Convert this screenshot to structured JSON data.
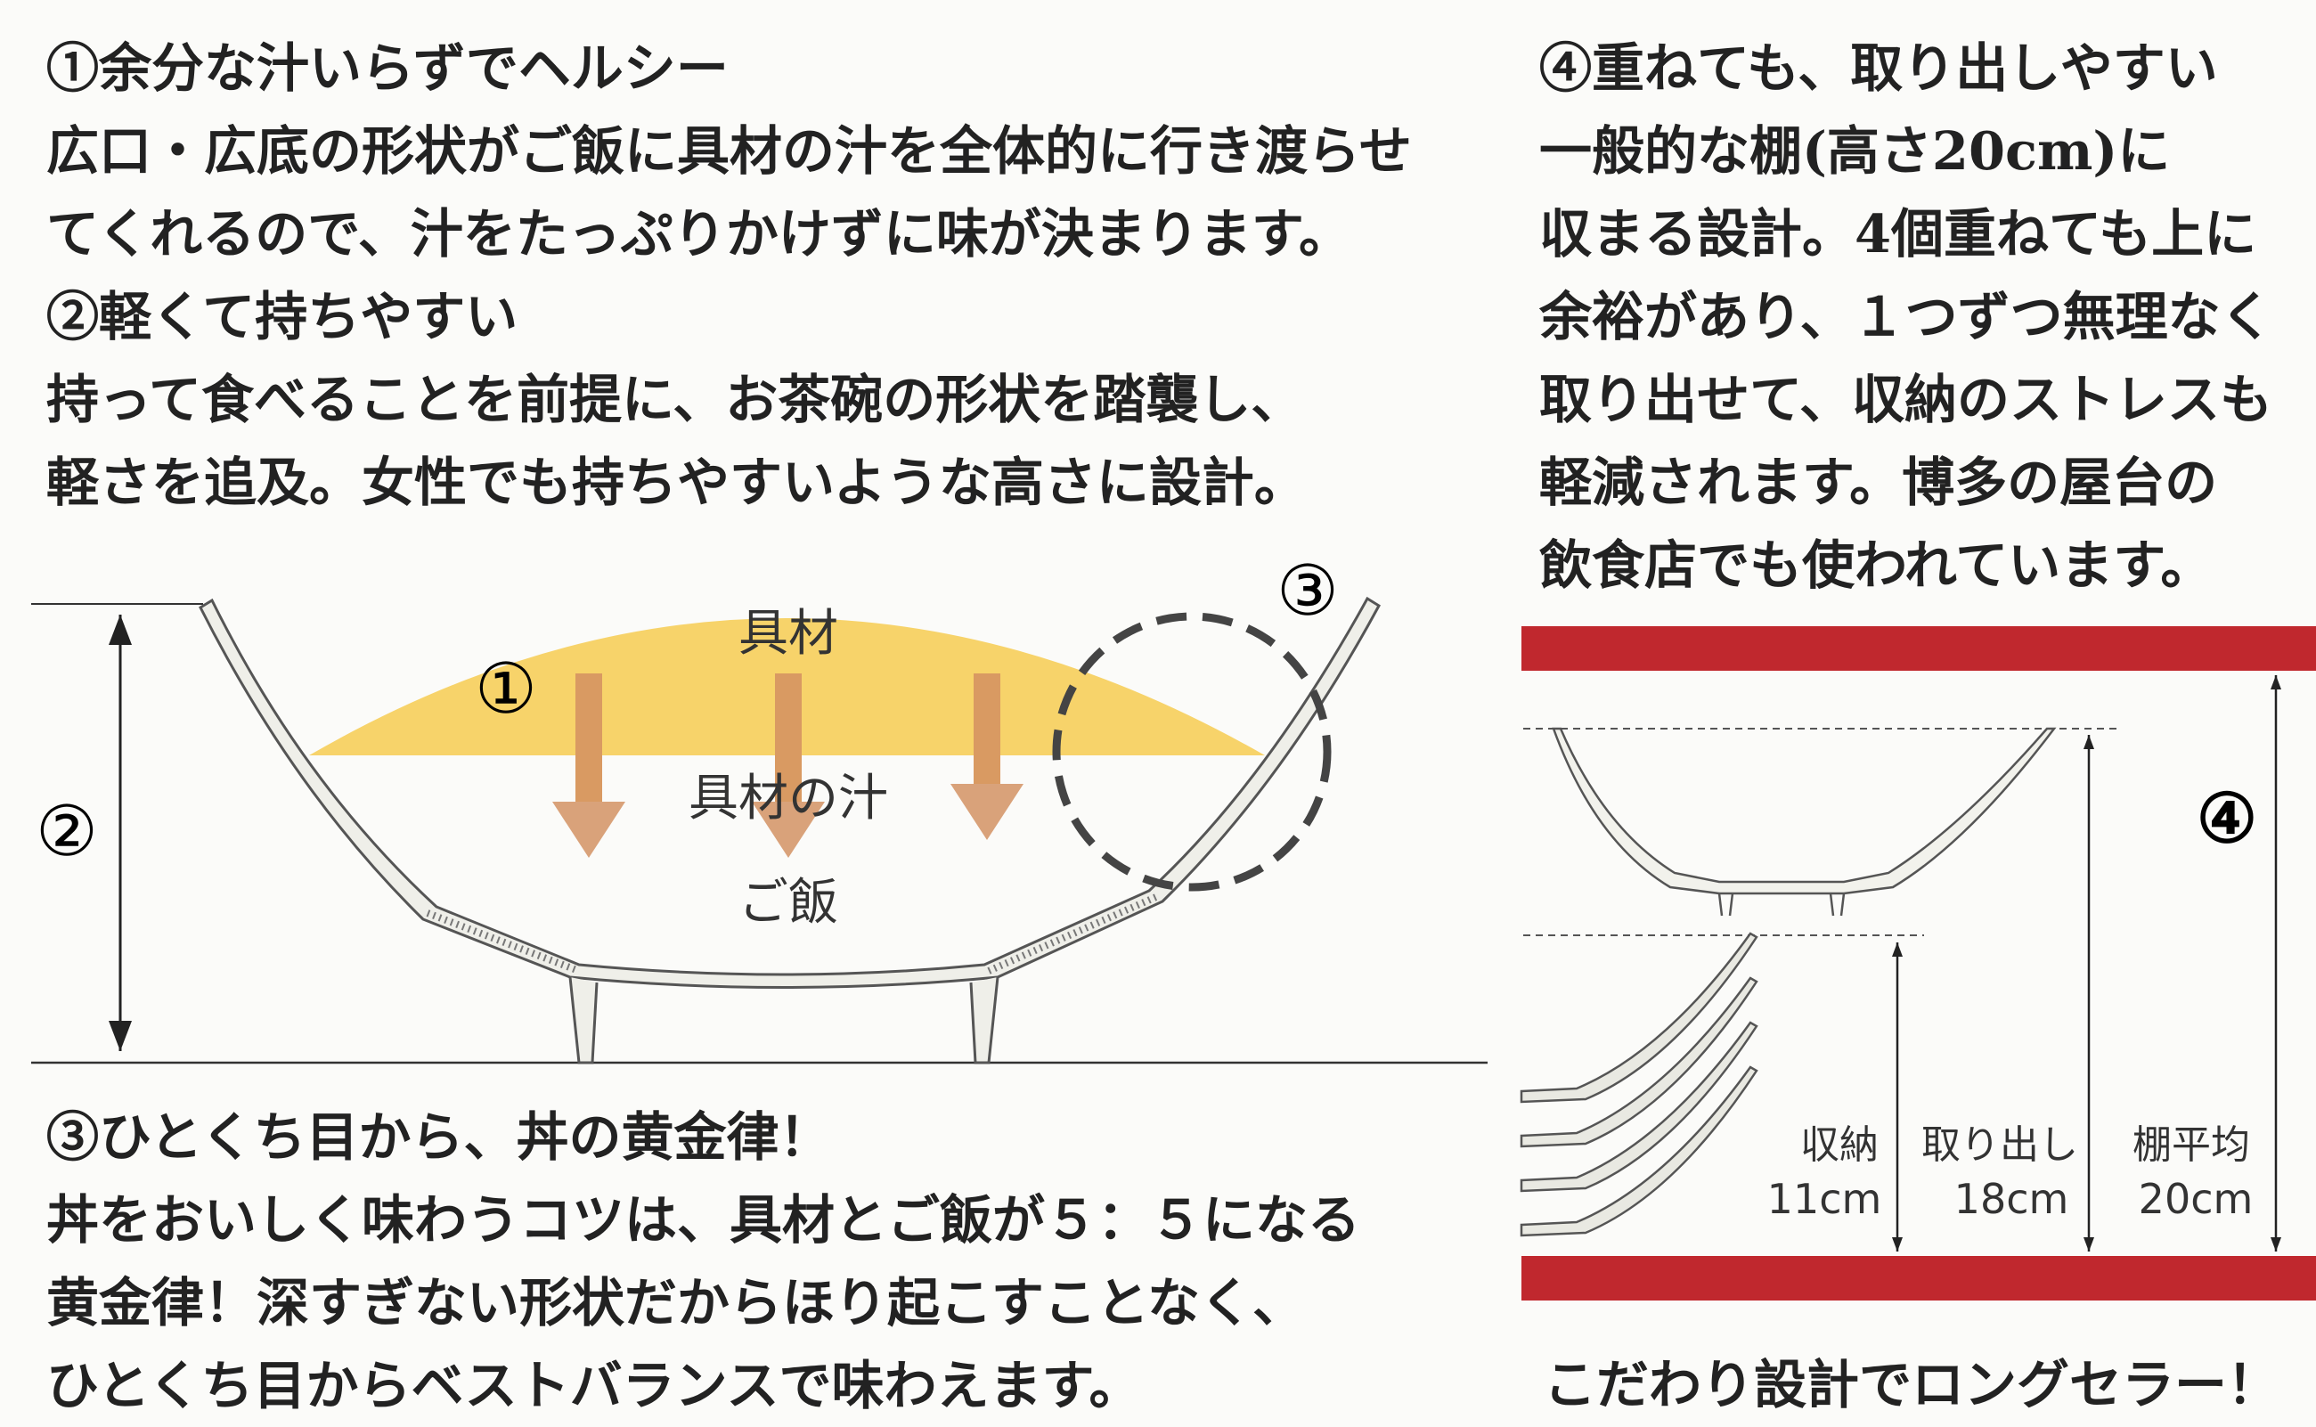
{
  "left_top": {
    "lines": [
      "①余分な汁いらずでヘルシー",
      "広口・広底の形状がご飯に具材の汁を全体的に行き渡らせ",
      "てくれるので、汁をたっぷりかけずに味が決まります。",
      "②軽くて持ちやすい",
      "持って食べることを前提に、お茶碗の形状を踏襲し、",
      "軽さを追及。女性でも持ちやすいような高さに設計。"
    ]
  },
  "right_top": {
    "lines": [
      "④重ねても、取り出しやすい",
      "一般的な棚(高さ20cm)に",
      "収まる設計。4個重ねても上に",
      "余裕があり、１つずつ無理なく",
      "取り出せて、収納のストレスも",
      "軽減されます。博多の屋台の",
      "飲食店でも使われています。"
    ]
  },
  "left_bottom": {
    "lines": [
      "③ひとくち目から、丼の黄金律！",
      "丼をおいしく味わうコツは、具材とご飯が５：５になる",
      "黄金律！深すぎない形状だからほり起こすことなく、",
      "ひとくち目からベストバランスで味わえます。"
    ]
  },
  "tagline": "こだわり設計でロングセラー！",
  "bowl_diagram": {
    "label_ingredients": "具材",
    "label_juice": "具材の汁",
    "label_rice": "ご飯",
    "marker_1": "①",
    "marker_2": "②",
    "marker_3": "③",
    "colors": {
      "ingredients": "#f7d36a",
      "arrow": "#d9a27a",
      "bowl_fill": "#efefe9",
      "bowl_stroke": "#555555"
    }
  },
  "shelf_diagram": {
    "marker_4": "④",
    "storage_label": "収納",
    "storage_value": "11cm",
    "takeout_label": "取り出し",
    "takeout_value": "18cm",
    "shelf_label": "棚平均",
    "shelf_value": "20cm",
    "colors": {
      "shelf": "#c0282e"
    }
  }
}
